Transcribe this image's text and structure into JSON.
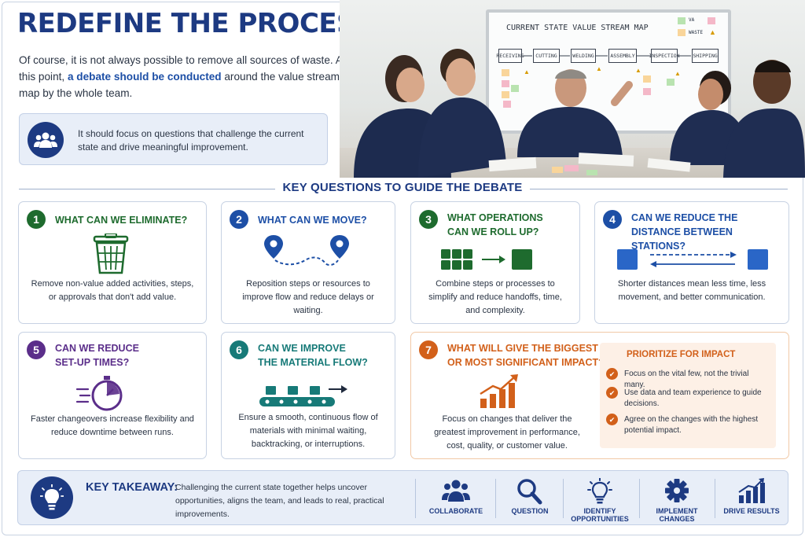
{
  "header": {
    "title": "REDEFINE THE PROCESS (REAL WORLD)",
    "intro_part1": "Of course, it is not always possible to remove all sources of waste. At this point, ",
    "intro_highlight": "a debate should be conducted",
    "intro_part2": " around the value stream map by the whole team.",
    "callout": "It should focus on questions that challenge the current state and drive meaningful improvement."
  },
  "whiteboard": {
    "title": "CURRENT STATE VALUE STREAM MAP",
    "legend_1": "VA",
    "legend_2": "WASTE",
    "steps": [
      "RECEIVING",
      "CUTTING",
      "WELDING",
      "ASSEMBLY",
      "INSPECTION",
      "SHIPPING"
    ]
  },
  "section_title": "KEY QUESTIONS TO GUIDE THE DEBATE",
  "cards": [
    {
      "num": "1",
      "title_1": "WHAT CAN WE ELIMINATE?",
      "title_2": "",
      "desc": "Remove non-value added activities, steps, or approvals that don't add value."
    },
    {
      "num": "2",
      "title_1": "WHAT CAN WE MOVE?",
      "title_2": "",
      "desc": "Reposition steps or resources to improve flow and reduce delays or waiting."
    },
    {
      "num": "3",
      "title_1": "WHAT OPERATIONS",
      "title_2": "CAN WE ROLL UP?",
      "desc": "Combine steps or processes to simplify and reduce handoffs, time, and complexity."
    },
    {
      "num": "4",
      "title_1": "CAN WE REDUCE THE",
      "title_2": "DISTANCE BETWEEN STATIONS?",
      "desc": "Shorter distances mean less time, less movement, and better communication."
    },
    {
      "num": "5",
      "title_1": "CAN WE REDUCE",
      "title_2": "SET-UP TIMES?",
      "desc": "Faster changeovers increase flexibility and reduce downtime between runs."
    },
    {
      "num": "6",
      "title_1": "CAN WE IMPROVE",
      "title_2": "THE MATERIAL FLOW?",
      "desc": "Ensure a smooth, continuous flow of materials with minimal waiting, backtracking, or interruptions."
    },
    {
      "num": "7",
      "title_1": "WHAT WILL GIVE THE BIGGEST",
      "title_2": "OR MOST SIGNIFICANT IMPACT?",
      "desc": "Focus on changes that deliver the greatest improvement in performance, cost, quality, or customer value."
    }
  ],
  "prioritize": {
    "title": "PRIORITIZE FOR IMPACT",
    "items": [
      "Focus on the vital few, not the trivial many.",
      "Use data and team experience to guide decisions.",
      "Agree on the changes with the highest potential impact."
    ]
  },
  "takeaway": {
    "label": "KEY TAKEAWAY:",
    "text": "Challenging the current state together helps uncover opportunities, aligns the team, and leads to real, practical improvements.",
    "items": [
      {
        "label": "COLLABORATE",
        "icon": "people-icon"
      },
      {
        "label": "QUESTION",
        "icon": "magnifier-icon"
      },
      {
        "label": "IDENTIFY OPPORTUNITIES",
        "icon": "lightbulb-icon"
      },
      {
        "label": "IMPLEMENT CHANGES",
        "icon": "gear-icon"
      },
      {
        "label": "DRIVE RESULTS",
        "icon": "bar-chart-icon"
      }
    ]
  },
  "colors": {
    "navy": "#1d3a82",
    "green": "#1e6b2e",
    "blue": "#1d4fa6",
    "purple": "#5b2e8a",
    "teal": "#177a78",
    "orange": "#d2601a"
  }
}
